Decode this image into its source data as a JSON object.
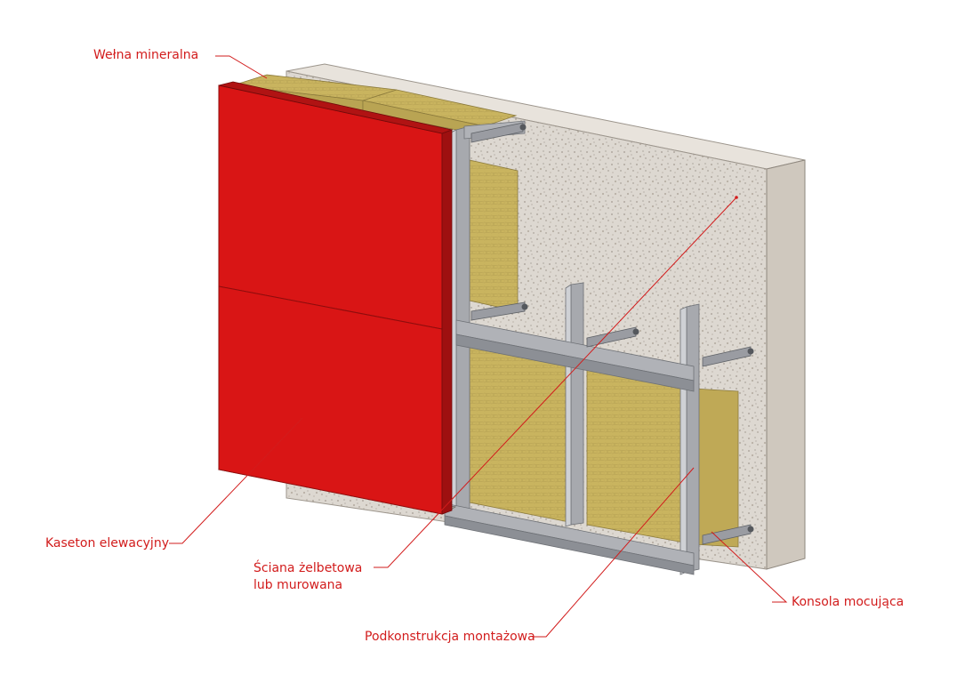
{
  "colors": {
    "label": "#d21c1c",
    "leader": "#d21c1c",
    "panel": "#d91515",
    "panel_dark": "#9e1010",
    "concrete": "#ddd8d1",
    "concrete_side": "#cfc8be",
    "wool": "#c9b45f",
    "wool_dark": "#a8934a",
    "steel": "#a7a9ae",
    "steel_light": "#cfd1d5",
    "steel_dark": "#7d8086"
  },
  "labels": {
    "mineral_wool": "Wełna mineralna",
    "cassette": "Kaseton elewacyjny",
    "wall_line1": "Ściana żelbetowa",
    "wall_line2": "lub murowana",
    "substructure": "Podkonstrukcja montażowa",
    "bracket": "Konsola mocująca"
  }
}
